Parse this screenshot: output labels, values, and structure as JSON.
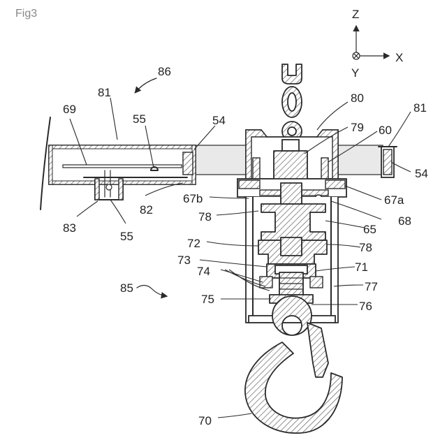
{
  "figure_label": "Fig3",
  "axes": {
    "z": "Z",
    "x": "X",
    "y": "Y"
  },
  "labels": {
    "l86": "86",
    "l81a": "81",
    "l69": "69",
    "l55a": "55",
    "l54a": "54",
    "l80": "80",
    "l81b": "81",
    "l79": "79",
    "l60": "60",
    "l54b": "54",
    "l67a": "67a",
    "l67b": "67b",
    "l68": "68",
    "l78a": "78",
    "l65": "65",
    "l82": "82",
    "l83": "83",
    "l55b": "55",
    "l72": "72",
    "l78b": "78",
    "l73": "73",
    "l74": "74",
    "l71": "71",
    "l85": "85",
    "l77": "77",
    "l75": "75",
    "l76": "76",
    "l70": "70"
  }
}
